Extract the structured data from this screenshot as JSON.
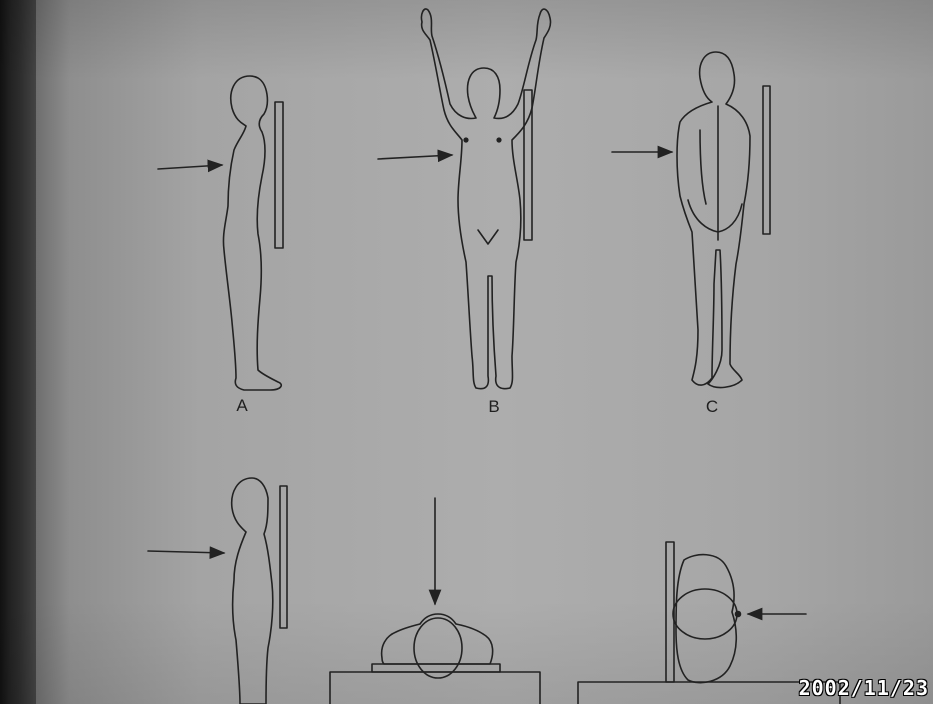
{
  "figure": {
    "labels": {
      "a": "A",
      "b": "B",
      "c": "C"
    }
  },
  "camera": {
    "date_stamp": "2002/11/23",
    "stamp_color": "#ffffff"
  },
  "colors": {
    "paper": "#a9a9a9",
    "ink": "#222222"
  }
}
